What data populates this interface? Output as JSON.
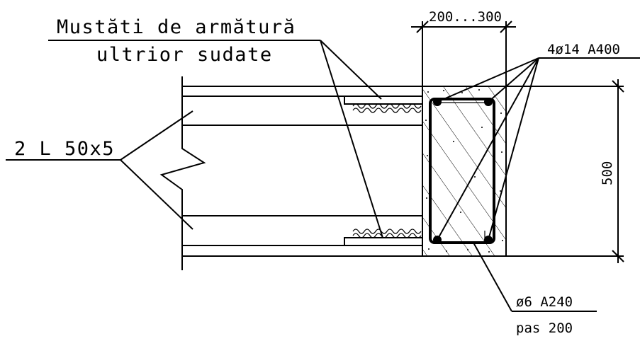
{
  "labels": {
    "weld_bars_line1": "Mustăti de armătură",
    "weld_bars_line2": "ultrior sudate",
    "angles": "2 L 50x5",
    "width_dim": "200...300",
    "main_bars": "4ø14 A400",
    "height_dim": "500",
    "stirrups_line1": "ø6 A240",
    "stirrups_line2": "pas 200"
  },
  "colors": {
    "line": "#000000",
    "background": "#ffffff"
  }
}
